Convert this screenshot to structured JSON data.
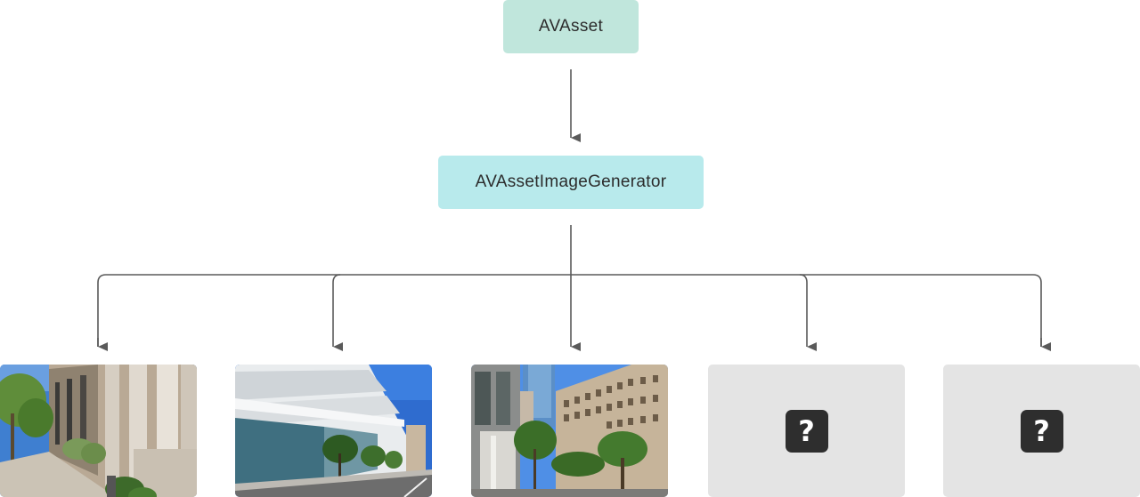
{
  "diagram": {
    "source_node": {
      "label": "AVAsset",
      "color": "#c0e6dc"
    },
    "generator_node": {
      "label": "AVAssetImageGenerator",
      "color": "#b8eaec"
    },
    "outputs": [
      {
        "kind": "photo",
        "icon": "street-sidewalk-columns-photo"
      },
      {
        "kind": "photo",
        "icon": "modern-building-street-photo"
      },
      {
        "kind": "photo",
        "icon": "downtown-buildings-trees-photo"
      },
      {
        "kind": "unknown",
        "icon": "question-mark-icon",
        "symbol": "?"
      },
      {
        "kind": "unknown",
        "icon": "question-mark-icon",
        "symbol": "?"
      }
    ],
    "connector_color": "#5a5a5a"
  }
}
